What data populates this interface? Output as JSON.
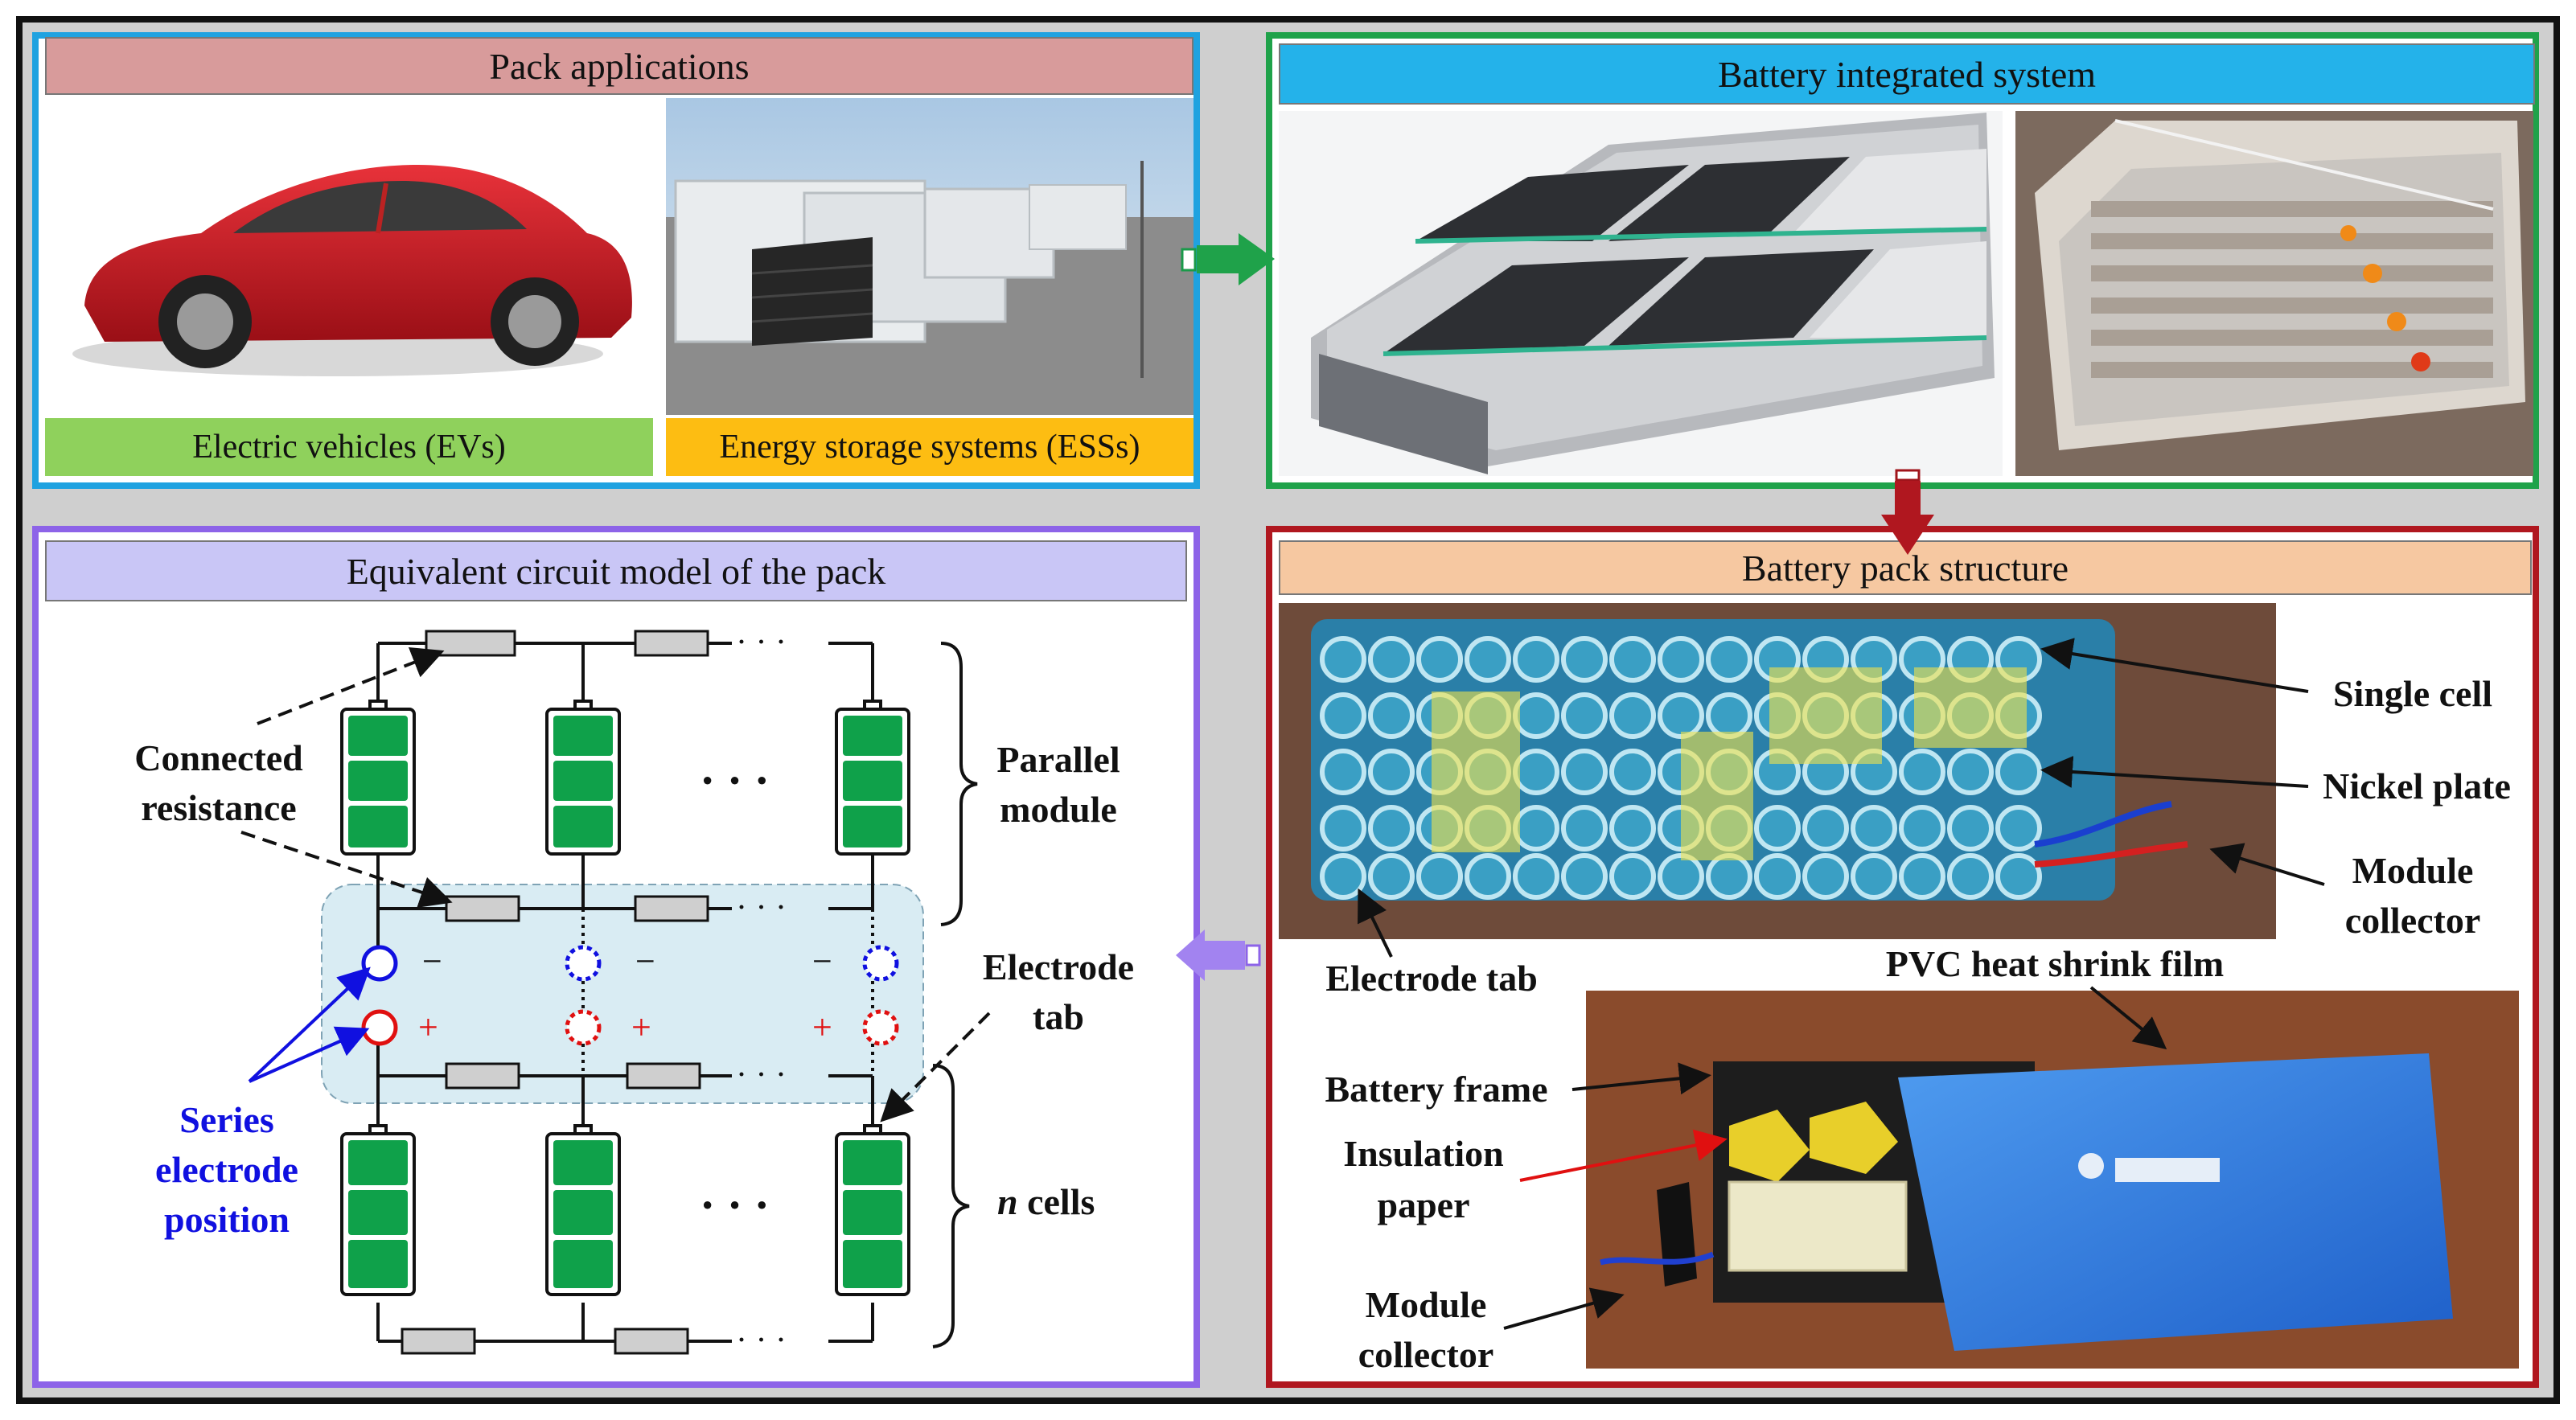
{
  "panels": {
    "pack_applications": {
      "title": "Pack applications",
      "ev_label": "Electric vehicles (EVs)",
      "ess_label": "Energy storage systems (ESSs)"
    },
    "battery_integrated_system": {
      "title": "Battery integrated system"
    },
    "equivalent_circuit": {
      "title": "Equivalent circuit model of the pack",
      "connected_resistance_line1": "Connected",
      "connected_resistance_line2": "resistance",
      "parallel_module_line1": "Parallel",
      "parallel_module_line2": "module",
      "electrode_tab_line1": "Electrode",
      "electrode_tab_line2": "tab",
      "n_cells_var": "n",
      "n_cells_rest": " cells",
      "series_electrode_line1": "Series",
      "series_electrode_line2": "electrode",
      "series_electrode_line3": "position",
      "dots": "· · ·",
      "minus": "−",
      "plus": "+"
    },
    "battery_pack_structure": {
      "title": "Battery pack structure",
      "single_cell": "Single cell",
      "nickel_plate": "Nickel plate",
      "module_collector_line1": "Module",
      "module_collector_line2": "collector",
      "electrode_tab": "Electrode tab",
      "pvc_film": "PVC heat shrink film",
      "battery_frame": "Battery frame",
      "insulation_line1": "Insulation",
      "insulation_line2": "paper",
      "module_collector2_line1": "Module",
      "module_collector2_line2": "collector"
    }
  },
  "colors": {
    "app_border": "#1fa2e0",
    "bis_border": "#1fa24a",
    "ecm_border": "#8d63e8",
    "bps_border": "#b0171f",
    "cell_green": "#0fa14a",
    "resistor_gray": "#cfcfcf",
    "highlight_blue": "#d9ecf3",
    "series_blue": "#1010e0",
    "positive_red": "#e01010"
  }
}
